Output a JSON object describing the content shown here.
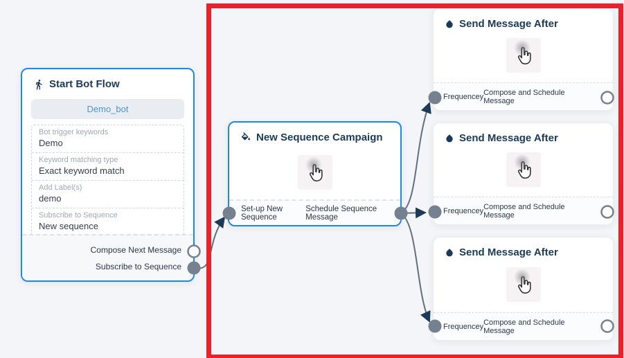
{
  "colors": {
    "canvas_bg": "#f4f5f8",
    "node_border_blue": "#2188e0",
    "title_navy": "#1b3a57",
    "highlight_red": "#ec2028",
    "connector_gray": "#5f6f80",
    "port_fill": "#76818f",
    "bot_name_text": "#4a96d2",
    "bot_name_bg": "#e9edf2"
  },
  "icons": {
    "start": "walking-person",
    "sequence": "paint-bucket",
    "message": "water-drop",
    "body": "hand-cursor"
  },
  "start_node": {
    "title": "Start Bot Flow",
    "bot_name": "Demo_bot",
    "fields": [
      {
        "label": "Bot trigger keywords",
        "value": "Demo"
      },
      {
        "label": "Keyword matching type",
        "value": "Exact keyword match"
      },
      {
        "label": "Add Label(s)",
        "value": "demo"
      },
      {
        "label": "Subscribe to Sequence",
        "value": "New sequence"
      }
    ],
    "outputs": [
      {
        "label": "Compose Next Message",
        "connector": "hollow"
      },
      {
        "label": "Subscribe to Sequence",
        "connector": "filled"
      }
    ]
  },
  "sequence_node": {
    "title": "New Sequence Campaign",
    "footer_left": "Set-up New Sequence",
    "footer_right": "Schedule Sequence Message"
  },
  "message_nodes": [
    {
      "title": "Send Message After",
      "footer_left": "Frequencey",
      "footer_right": "Compose and Schedule Message"
    },
    {
      "title": "Send Message After",
      "footer_left": "Frequencey",
      "footer_right": "Compose and Schedule Message"
    },
    {
      "title": "Send Message After",
      "footer_left": "Frequencey",
      "footer_right": "Compose and Schedule Message"
    }
  ]
}
